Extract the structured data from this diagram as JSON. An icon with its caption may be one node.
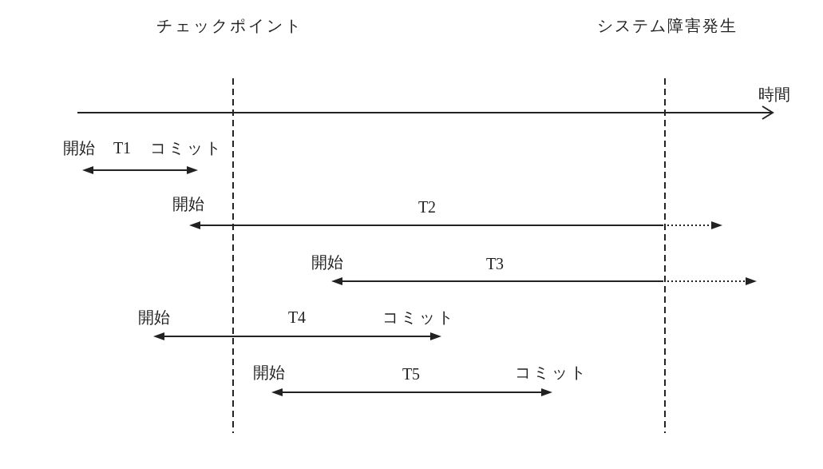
{
  "diagram": {
    "labels": [
      "チェックポイント",
      "システム障害発生",
      "時間",
      "開始",
      "T1",
      "コミット",
      "開始",
      "T2",
      "開始",
      "T3",
      "開始",
      "T4",
      "コミット",
      "開始",
      "T5",
      "コミット"
    ]
  }
}
